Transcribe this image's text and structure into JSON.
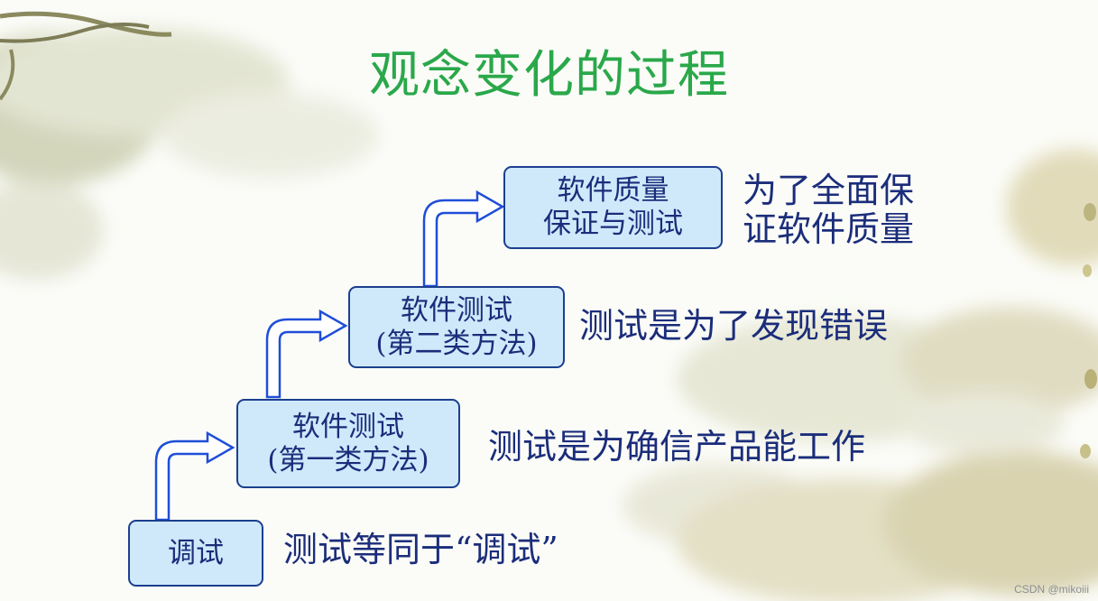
{
  "slide": {
    "title": "观念变化的过程",
    "steps": [
      {
        "lines": [
          "调试"
        ],
        "description": [
          "测试等同于“调试”"
        ]
      },
      {
        "lines": [
          "软件测试",
          "(第一类方法)"
        ],
        "description": [
          "测试是为确信产品能工作"
        ]
      },
      {
        "lines": [
          "软件测试",
          "(第二类方法)"
        ],
        "description": [
          "测试是为了发现错误"
        ]
      },
      {
        "lines": [
          "软件质量",
          "保证与测试"
        ],
        "description": [
          "为了全面保",
          "证软件质量"
        ]
      }
    ],
    "watermark": "CSDN @mikoiii"
  },
  "colors": {
    "title": "#2aa84a",
    "box_fill": "#cfe9fb",
    "box_border": "#1b3f8f",
    "text": "#1b2d7a",
    "arrow": "#1f4ed8"
  }
}
